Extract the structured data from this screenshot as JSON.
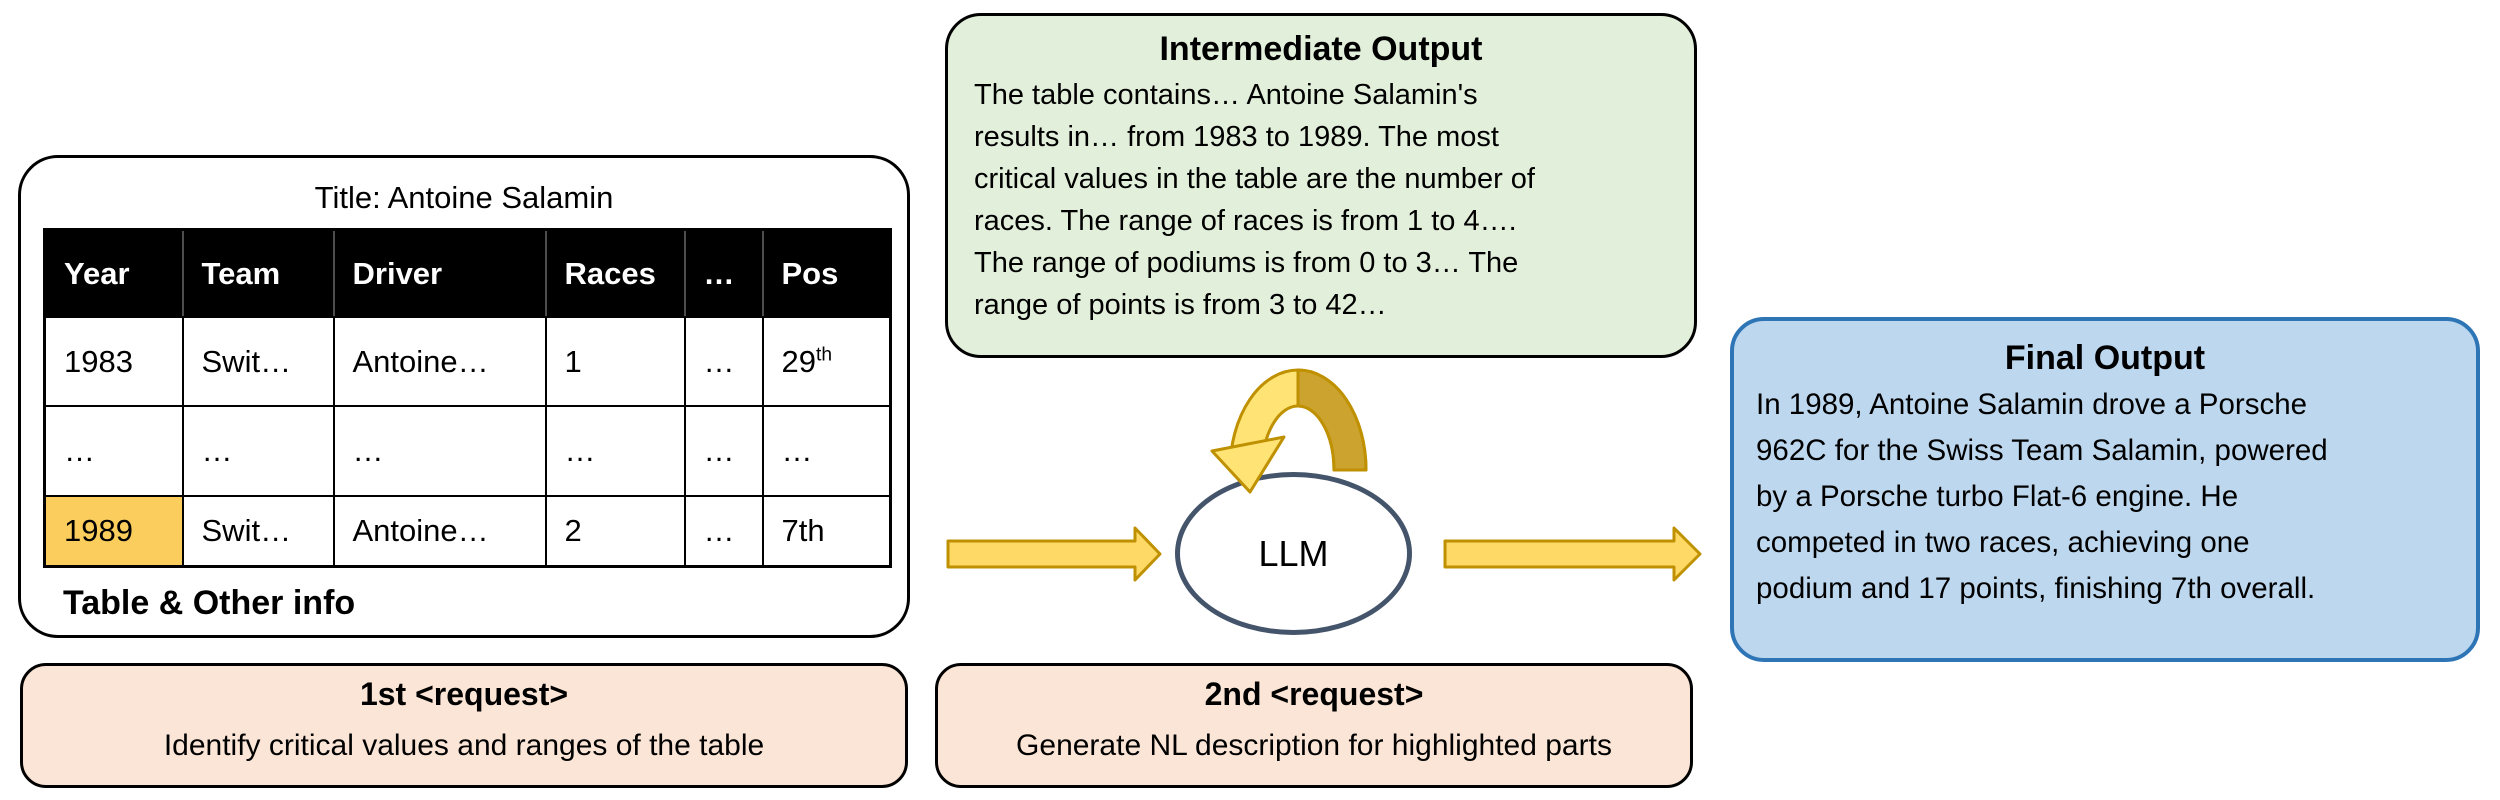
{
  "table_card": {
    "title": "Title: Antoine Salamin",
    "caption": "Table & Other info",
    "columns": [
      "Year",
      "Team",
      "Driver",
      "Races",
      "…",
      "Pos"
    ],
    "rows": [
      {
        "year": "1983",
        "team": "Swit…",
        "driver": "Antoine…",
        "races": "1",
        "dots": "…",
        "pos_base": "29",
        "pos_sup": "th"
      },
      {
        "year": "…",
        "team": "…",
        "driver": "…",
        "races": "…",
        "dots": "…",
        "pos_base": "…",
        "pos_sup": ""
      },
      {
        "year": "1989",
        "team": "Swit…",
        "driver": "Antoine…",
        "races": "2",
        "dots": "…",
        "pos_base": "7th",
        "pos_sup": ""
      }
    ]
  },
  "intermediate_output": {
    "title": "Intermediate Output",
    "body": "The table contains… Antoine Salamin's\nresults in… from 1983 to 1989. The most\ncritical values in the table are the number of\nraces. The range of races is from 1 to 4….\nThe range of podiums is from 0 to 3… The\nrange of points is from 3 to 42…"
  },
  "final_output": {
    "title": "Final Output",
    "body": "In 1989, Antoine Salamin drove a Porsche\n962C for the Swiss Team Salamin, powered\nby a Porsche turbo Flat-6 engine. He\ncompeted in two races, achieving one\npodium and 17 points, finishing 7th overall."
  },
  "llm": {
    "label": "LLM"
  },
  "request1": {
    "title": "1st <request>",
    "body": "Identify critical values and ranges of the table"
  },
  "request2": {
    "title": "2nd <request>",
    "body": "Generate NL description for highlighted parts"
  },
  "colors": {
    "arrow_fill": "#FFD966",
    "arrow_outline": "#BF9000",
    "loop_arrow_light": "#FFE375",
    "loop_arrow_dark": "#CCA32F",
    "green_fill": "#E2EFDA",
    "blue_fill": "#BDD7EE",
    "blue_border": "#2E75B6",
    "peach_fill": "#FBE5D6",
    "highlight_fill": "#FACD5C",
    "ellipse_border": "#44546A",
    "header_bg": "#000000",
    "header_text": "#FFFFFF"
  }
}
